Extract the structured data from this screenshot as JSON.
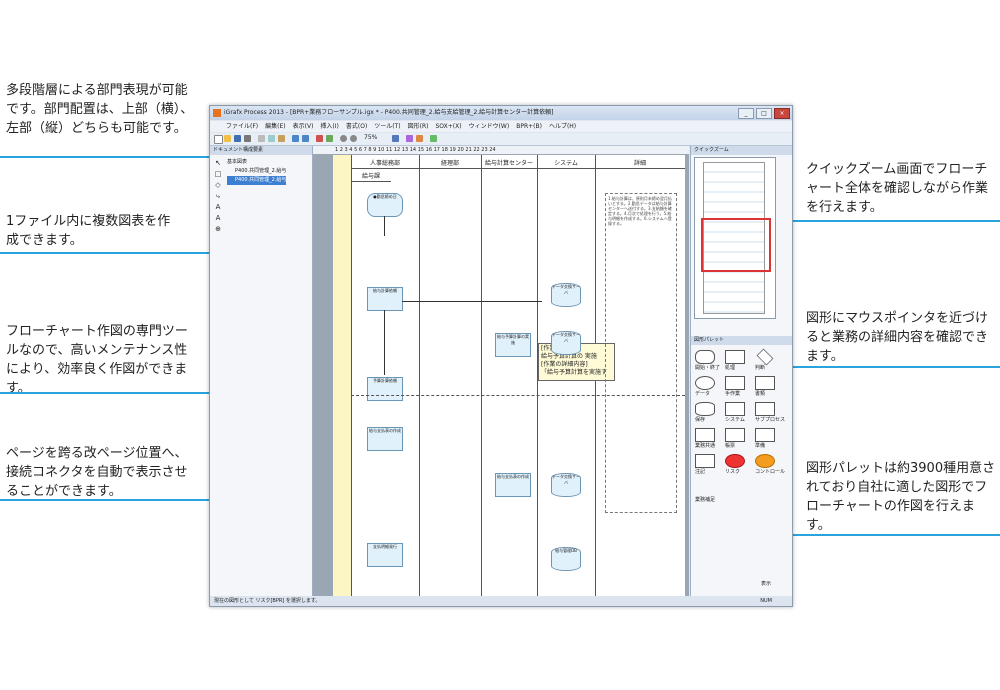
{
  "callouts": {
    "hierarchy": "多段階層による部門表現が可能です。部門配置は、上部（横）、左部（縦）どちらも可能です。",
    "multi_sheet": "1ファイル内に複数図表を作成できます。",
    "dedicated_tool": "フローチャート作図の専門ツールなので、高いメンテナンス性により、効率良く作図ができます。",
    "page_break": "ページを跨る改ページ位置へ、接続コネクタを自動で表示させることができます。",
    "quick_zoom": "クイックズーム画面でフローチャート全体を確認しながら作業を行えます。",
    "mouse_hover": "図形にマウスポインタを近づけると業務の詳細内容を確認できます。",
    "palette": "図形パレットは約3900種用意されており自社に適した図形でフローチャートの作図を行えます。"
  },
  "window": {
    "title": "iGrafx Process 2013 - [BPR+業務フローサンプル.igx * - P400.共同管理_2.給与支給管理_2.給与計算センター計算依頼]",
    "min": "_",
    "max": "□",
    "close": "×"
  },
  "menu": [
    "ファイル(F)",
    "編集(E)",
    "表示(V)",
    "挿入(I)",
    "書式(O)",
    "ツール(T)",
    "図形(R)",
    "SOX+(X)",
    "ウィンドウ(W)",
    "BPR+(B)",
    "ヘルプ(H)"
  ],
  "toolbar": {
    "zoom": "75%"
  },
  "doc_pane": {
    "header": "ドキュメント構成要素",
    "tree": [
      "基本図表",
      "P400.共同管理_2.給与",
      "P400.共同管理_2.給与"
    ]
  },
  "tools": [
    "↖",
    "□",
    "◇",
    "⤷",
    "A",
    "A",
    "⊕"
  ],
  "ruler": "1  2  3  4  5  6  7  8  9  10  11  12  13  14  15  16  17  18  19  20  21  22  23  24",
  "lanes": [
    "人事総務部",
    "経理部",
    "給与計算センター",
    "システム",
    "詳細"
  ],
  "lane_sub": "給与課",
  "shapes": {
    "start": "●勤怠締め日",
    "p1": "給与計算依頼",
    "p2": "給与予算計算の実施",
    "p3": "予算計算依頼",
    "p4": "給与支払表の作成",
    "p5": "給与支払表の作成",
    "p6": "支払明細発行",
    "db1": "データ交換サーバ",
    "db2": "データ交換サーバ",
    "db3": "データ交換サーバ",
    "db4": "給与管理DB"
  },
  "tooltip": {
    "line1": "[作業名]",
    "line2": "給与予算計算の 実施",
    "line3": "[作業の詳細内容]",
    "line4": "「給与予算計算を実施す"
  },
  "notes_text": "1.給与計算は、原則月末締め翌月払いとする。2.勤怠データは給与計算センターへ送付する。3.支給額を確定する。4.月次で処理を行う。5.給与明細を作成する。6.システムへ登録する。",
  "quick_zoom_header": "クイックズーム",
  "palette": {
    "header": "図形パレット",
    "labels": [
      "開始・終了",
      "処理",
      "判断",
      "データ",
      "手作業",
      "書類",
      "保存",
      "システム",
      "サブプロセス",
      "業務共通",
      "帳票",
      "準備",
      "注記",
      "リスク",
      "コントロール",
      "業務補足"
    ],
    "footer": "表示"
  },
  "statusbar": {
    "left": "現在の図形として リスク[BPR] を選択します。",
    "right": "NUM"
  }
}
